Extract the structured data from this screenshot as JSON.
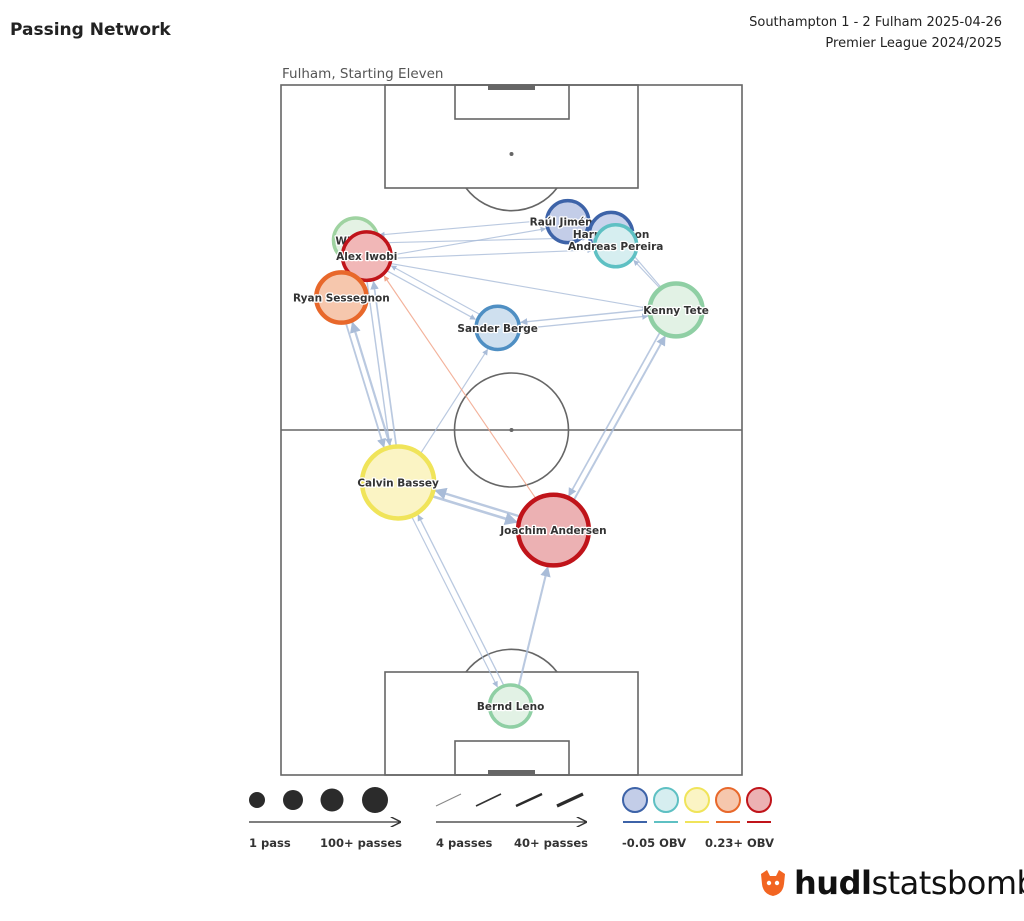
{
  "title": "Passing Network",
  "match_line1": "Southampton 1 - 2 Fulham 2025-04-26",
  "match_line2": "Premier League 2024/2025",
  "team_label": "Fulham, Starting Eleven",
  "legend": {
    "size_min": "1 pass",
    "size_max": "100+ passes",
    "width_min": "4 passes",
    "width_max": "40+ passes",
    "obv_min": "-0.05 OBV",
    "obv_max": "0.23+ OBV",
    "obv_colors": [
      "#3d63a8",
      "#5ec0c3",
      "#f0e45a",
      "#e8682b",
      "#c0141a"
    ]
  },
  "logo": {
    "word1": "hudl",
    "word2": "statsbomb",
    "icon": "statsbomb-fox-icon"
  },
  "colors": {
    "line": "#a9bcd8",
    "red_line": "#f1a58a",
    "pitch": "#666666"
  },
  "chart_data": {
    "type": "network",
    "players": [
      {
        "name": "Raúl Jiménez",
        "x": 62.2,
        "y": 19.8,
        "passes": 18,
        "color": "#3d63a8",
        "fill": "#c3cde8"
      },
      {
        "name": "Harry Wilson",
        "x": 71.6,
        "y": 21.6,
        "passes": 20,
        "color": "#3d63a8",
        "fill": "#c9d3ec"
      },
      {
        "name": "Andreas Pereira",
        "x": 72.6,
        "y": 23.3,
        "passes": 18,
        "color": "#5ec0c3",
        "fill": "#d6eef0"
      },
      {
        "name": "Willian",
        "x": 16.2,
        "y": 22.5,
        "passes": 22,
        "color": "#9fd3a1",
        "fill": "#e4f2e4"
      },
      {
        "name": "Alex Iwobi",
        "x": 18.6,
        "y": 24.8,
        "passes": 30,
        "color": "#c0141a",
        "fill": "#f1b7b7"
      },
      {
        "name": "Ryan Sessegnon",
        "x": 13.1,
        "y": 30.8,
        "passes": 34,
        "color": "#e8682b",
        "fill": "#f6c7ad"
      },
      {
        "name": "Sander Berge",
        "x": 47.0,
        "y": 35.2,
        "passes": 20,
        "color": "#4f8fc3",
        "fill": "#cfe0ef"
      },
      {
        "name": "Kenny Tete",
        "x": 85.7,
        "y": 32.6,
        "passes": 40,
        "color": "#8fcfa4",
        "fill": "#e2f2e5"
      },
      {
        "name": "Calvin Bassey",
        "x": 25.4,
        "y": 57.6,
        "passes": 100,
        "color": "#f0e45a",
        "fill": "#fbf4c4"
      },
      {
        "name": "Joachim Andersen",
        "x": 59.1,
        "y": 64.5,
        "passes": 95,
        "color": "#c0141a",
        "fill": "#ecb1b3"
      },
      {
        "name": "Bernd Leno",
        "x": 49.8,
        "y": 90.0,
        "passes": 18,
        "color": "#8fcfa4",
        "fill": "#e2f2e5"
      }
    ],
    "edges": [
      {
        "from": "Bernd Leno",
        "to": "Joachim Andersen",
        "passes": 20
      },
      {
        "from": "Bernd Leno",
        "to": "Calvin Bassey",
        "passes": 8
      },
      {
        "from": "Calvin Bassey",
        "to": "Bernd Leno",
        "passes": 6
      },
      {
        "from": "Calvin Bassey",
        "to": "Joachim Andersen",
        "passes": 28
      },
      {
        "from": "Joachim Andersen",
        "to": "Calvin Bassey",
        "passes": 25
      },
      {
        "from": "Calvin Bassey",
        "to": "Ryan Sessegnon",
        "passes": 22
      },
      {
        "from": "Ryan Sessegnon",
        "to": "Calvin Bassey",
        "passes": 16
      },
      {
        "from": "Calvin Bassey",
        "to": "Alex Iwobi",
        "passes": 14
      },
      {
        "from": "Alex Iwobi",
        "to": "Calvin Bassey",
        "passes": 10
      },
      {
        "from": "Calvin Bassey",
        "to": "Sander Berge",
        "passes": 6
      },
      {
        "from": "Joachim Andersen",
        "to": "Kenny Tete",
        "passes": 18
      },
      {
        "from": "Kenny Tete",
        "to": "Joachim Andersen",
        "passes": 14
      },
      {
        "from": "Joachim Andersen",
        "to": "Alex Iwobi",
        "passes": 5,
        "highlight": true
      },
      {
        "from": "Kenny Tete",
        "to": "Sander Berge",
        "passes": 10
      },
      {
        "from": "Sander Berge",
        "to": "Kenny Tete",
        "passes": 8
      },
      {
        "from": "Kenny Tete",
        "to": "Harry Wilson",
        "passes": 6
      },
      {
        "from": "Kenny Tete",
        "to": "Andreas Pereira",
        "passes": 5
      },
      {
        "from": "Alex Iwobi",
        "to": "Raúl Jiménez",
        "passes": 5
      },
      {
        "from": "Raúl Jiménez",
        "to": "Willian",
        "passes": 5
      },
      {
        "from": "Willian",
        "to": "Harry Wilson",
        "passes": 5
      },
      {
        "from": "Alex Iwobi",
        "to": "Andreas Pereira",
        "passes": 6
      },
      {
        "from": "Alex Iwobi",
        "to": "Kenny Tete",
        "passes": 5
      },
      {
        "from": "Alex Iwobi",
        "to": "Sander Berge",
        "passes": 6
      },
      {
        "from": "Sander Berge",
        "to": "Alex Iwobi",
        "passes": 5
      },
      {
        "from": "Ryan Sessegnon",
        "to": "Alex Iwobi",
        "passes": 8
      },
      {
        "from": "Alex Iwobi",
        "to": "Ryan Sessegnon",
        "passes": 6
      }
    ]
  }
}
